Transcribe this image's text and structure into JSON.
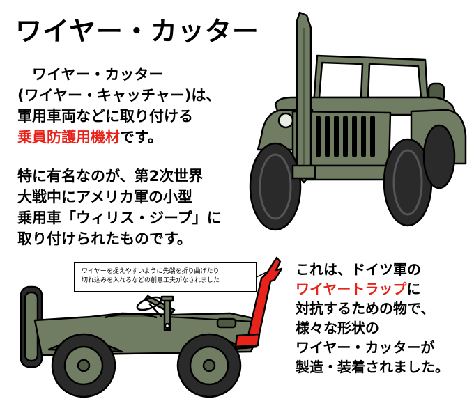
{
  "title": "ワイヤー・カッター",
  "intro": {
    "line1": "　ワイヤー・カッター",
    "line2": "(ワイヤー・キャッチャー)は、",
    "line3": "軍用車両などに取り付ける",
    "line4_red": "乗員防護用機材",
    "line4_rest": "です。"
  },
  "history": {
    "line1": "特に有名なのが、第2次世界",
    "line2": "大戦中にアメリカ軍の小型",
    "line3": "乗用車「ウィリス・ジープ」に",
    "line4": "取り付けられたものです。"
  },
  "callout": {
    "line1": "ワイヤーを捉えやすいように先端を折り曲げたり",
    "line2": "切れ込みを入れるなどの創意工夫がなされました"
  },
  "purpose": {
    "line1": "これは、ドイツ軍の",
    "line2_red": "ワイヤートラップ",
    "line2_rest": "に",
    "line3": "対抗するための物で、",
    "line4": "様々な形状の",
    "line5": "ワイヤー・カッターが",
    "line6": "製造・装着されました。"
  },
  "colors": {
    "text": "#000000",
    "highlight": "#e8231b",
    "jeep_green": "#717d62",
    "jeep_dark": "#4f5a45",
    "cutter_red": "#e8231b",
    "tire": "#2a2a2a"
  },
  "illustrations": [
    "jeep-front-view",
    "jeep-side-view"
  ]
}
